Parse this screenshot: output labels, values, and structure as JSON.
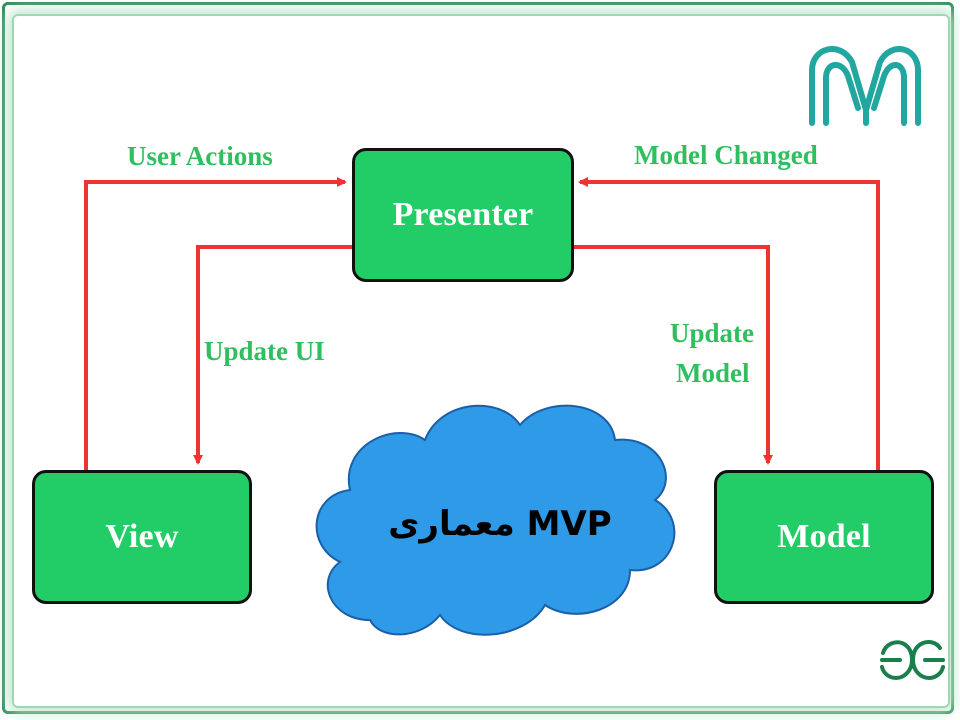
{
  "nodes": {
    "presenter": "Presenter",
    "view": "View",
    "model": "Model"
  },
  "edges": {
    "user_actions": "User Actions",
    "model_changed": "Model Changed",
    "update_ui": "Update UI",
    "update_model_line1": "Update",
    "update_model_line2": "Model"
  },
  "cloud_text": "معماری MVP",
  "logos": {
    "top_right": "library-book-logo",
    "bottom_right_text": "GG"
  },
  "colors": {
    "node_fill": "#22cc66",
    "arrow": "#ee3333",
    "label": "#2fbf5f",
    "cloud": "#2f9be8"
  }
}
